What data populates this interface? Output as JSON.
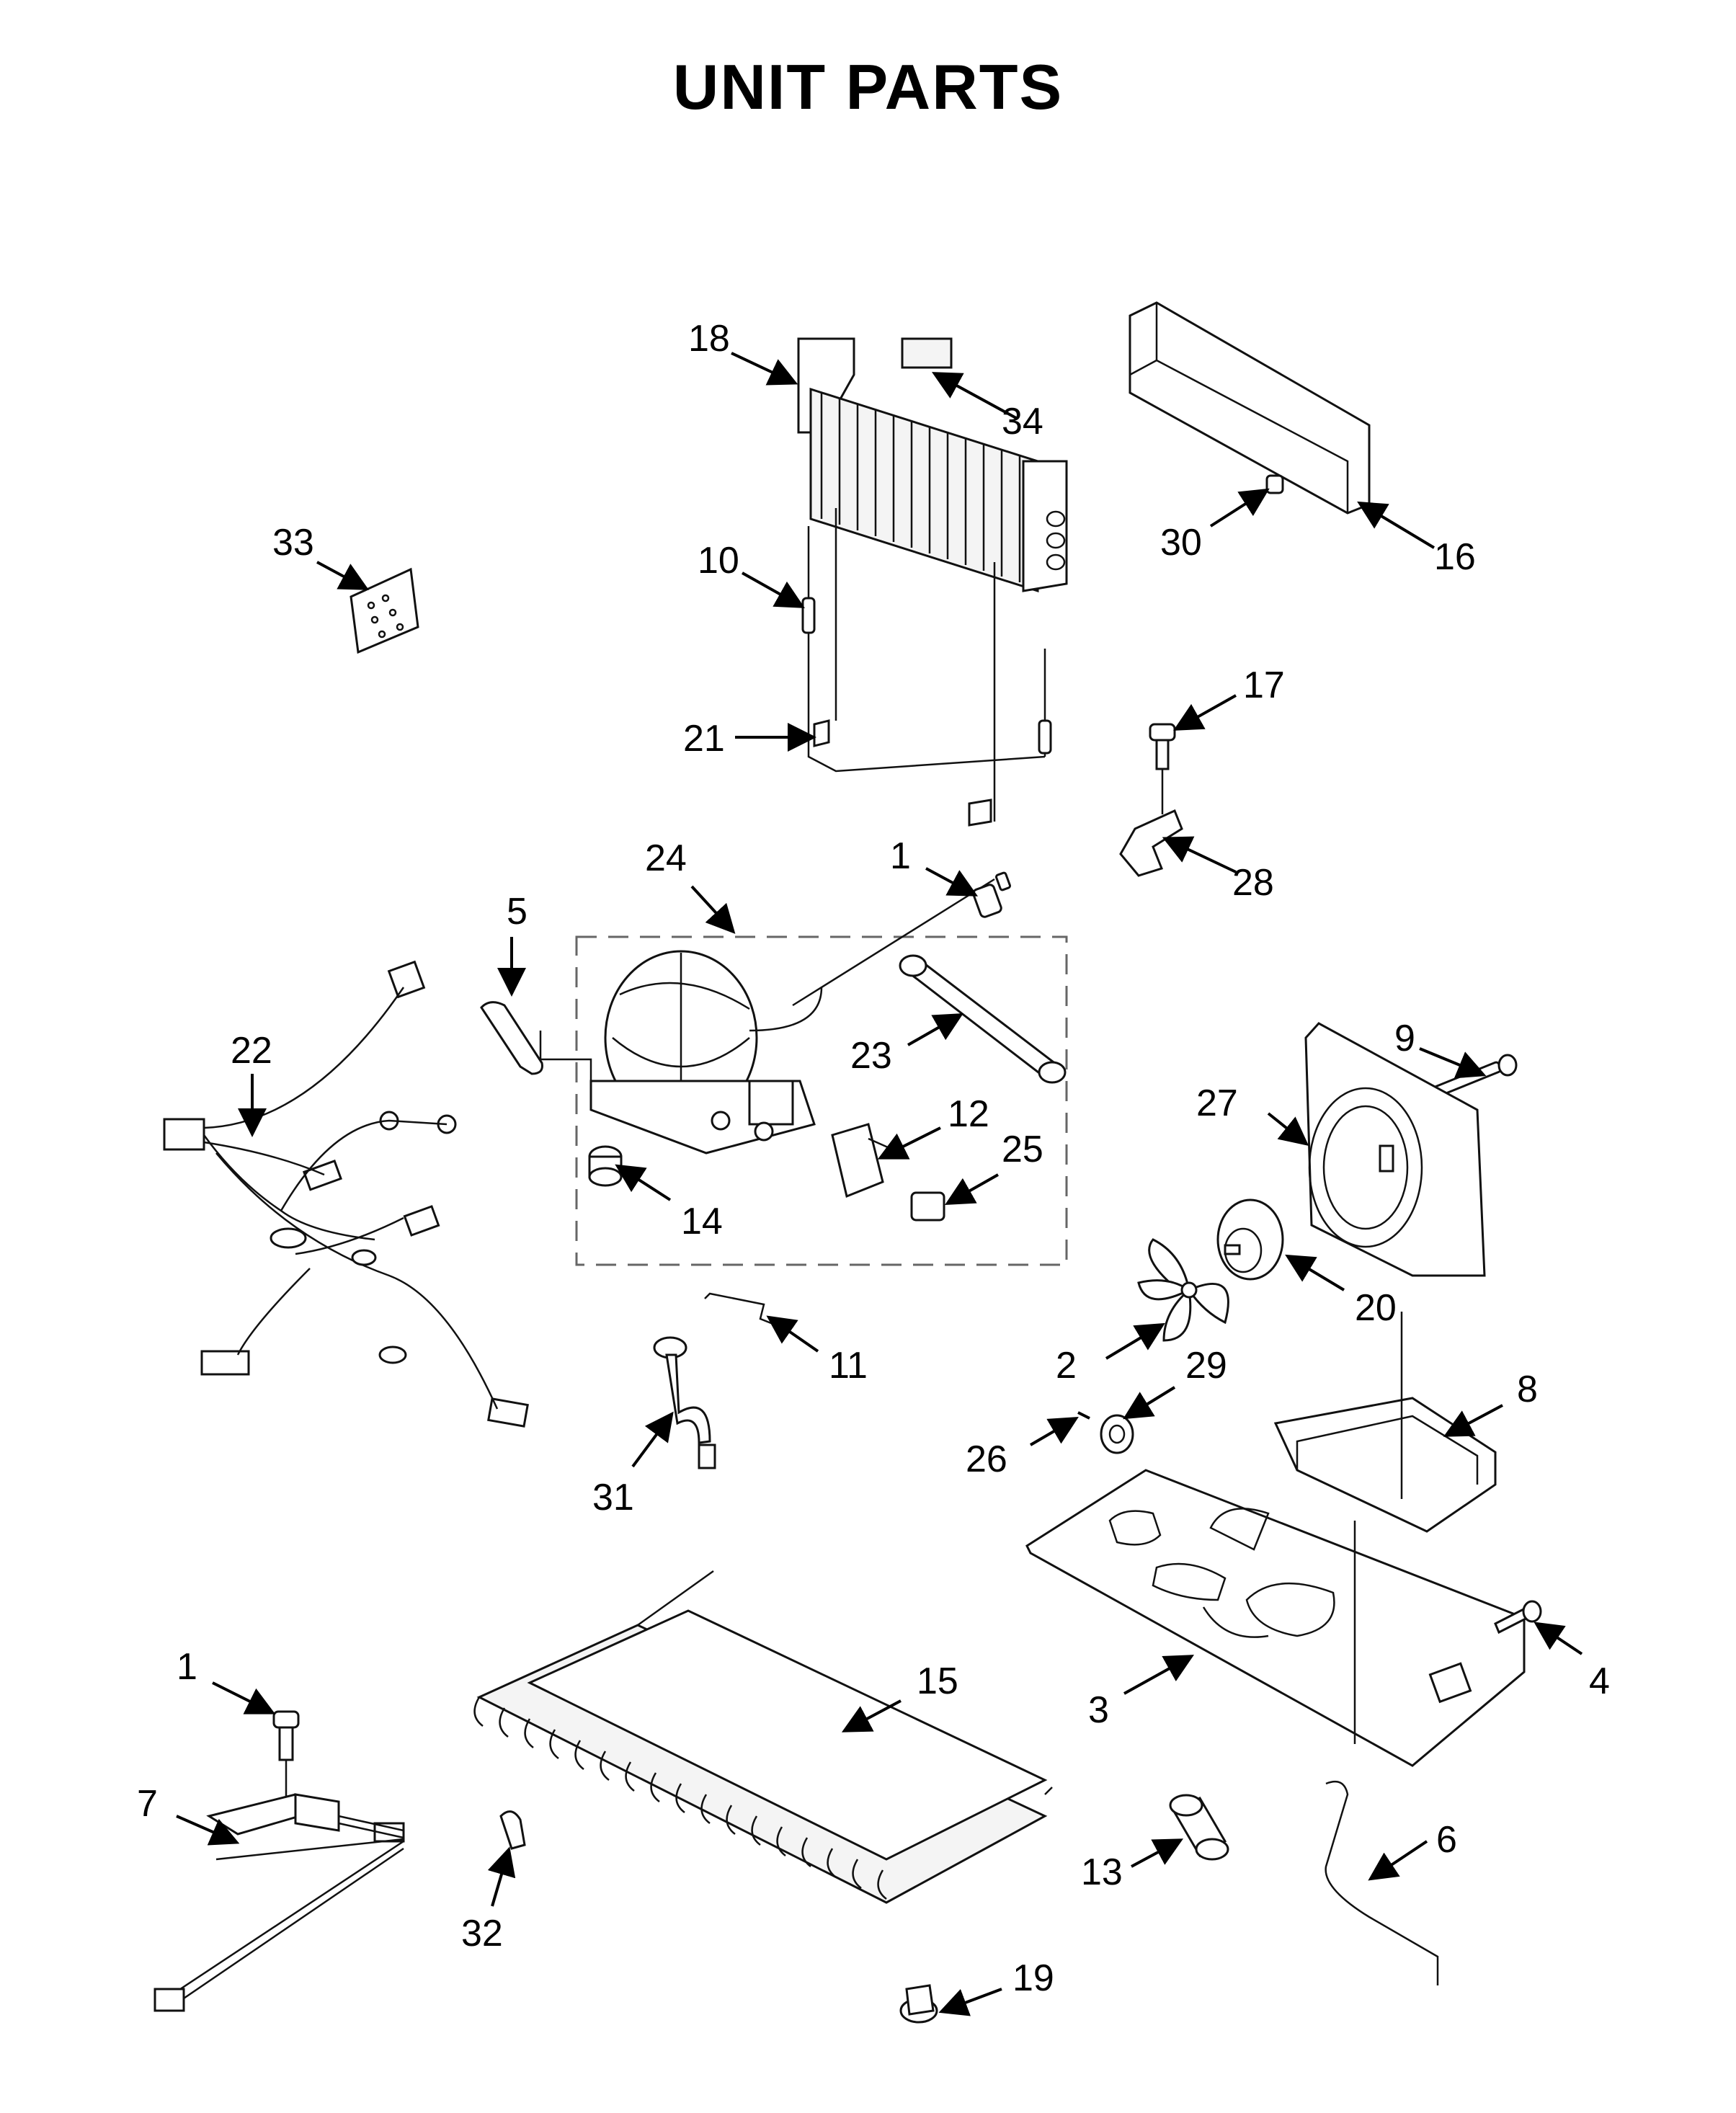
{
  "title": "UNIT PARTS",
  "callouts": [
    {
      "id": "c18",
      "label": "18"
    },
    {
      "id": "c34",
      "label": "34"
    },
    {
      "id": "c30",
      "label": "30"
    },
    {
      "id": "c16",
      "label": "16"
    },
    {
      "id": "c33",
      "label": "33"
    },
    {
      "id": "c10",
      "label": "10"
    },
    {
      "id": "c21",
      "label": "21"
    },
    {
      "id": "c17",
      "label": "17"
    },
    {
      "id": "c28",
      "label": "28"
    },
    {
      "id": "c24",
      "label": "24"
    },
    {
      "id": "c1a",
      "label": "1"
    },
    {
      "id": "c5",
      "label": "5"
    },
    {
      "id": "c22",
      "label": "22"
    },
    {
      "id": "c23",
      "label": "23"
    },
    {
      "id": "c12",
      "label": "12"
    },
    {
      "id": "c25",
      "label": "25"
    },
    {
      "id": "c14",
      "label": "14"
    },
    {
      "id": "c9",
      "label": "9"
    },
    {
      "id": "c27",
      "label": "27"
    },
    {
      "id": "c20",
      "label": "20"
    },
    {
      "id": "c11",
      "label": "11"
    },
    {
      "id": "c2",
      "label": "2"
    },
    {
      "id": "c29",
      "label": "29"
    },
    {
      "id": "c8",
      "label": "8"
    },
    {
      "id": "c26",
      "label": "26"
    },
    {
      "id": "c31",
      "label": "31"
    },
    {
      "id": "c4",
      "label": "4"
    },
    {
      "id": "c15",
      "label": "15"
    },
    {
      "id": "c3",
      "label": "3"
    },
    {
      "id": "c1b",
      "label": "1"
    },
    {
      "id": "c7",
      "label": "7"
    },
    {
      "id": "c6",
      "label": "6"
    },
    {
      "id": "c13",
      "label": "13"
    },
    {
      "id": "c19",
      "label": "19"
    },
    {
      "id": "c32",
      "label": "32"
    }
  ]
}
